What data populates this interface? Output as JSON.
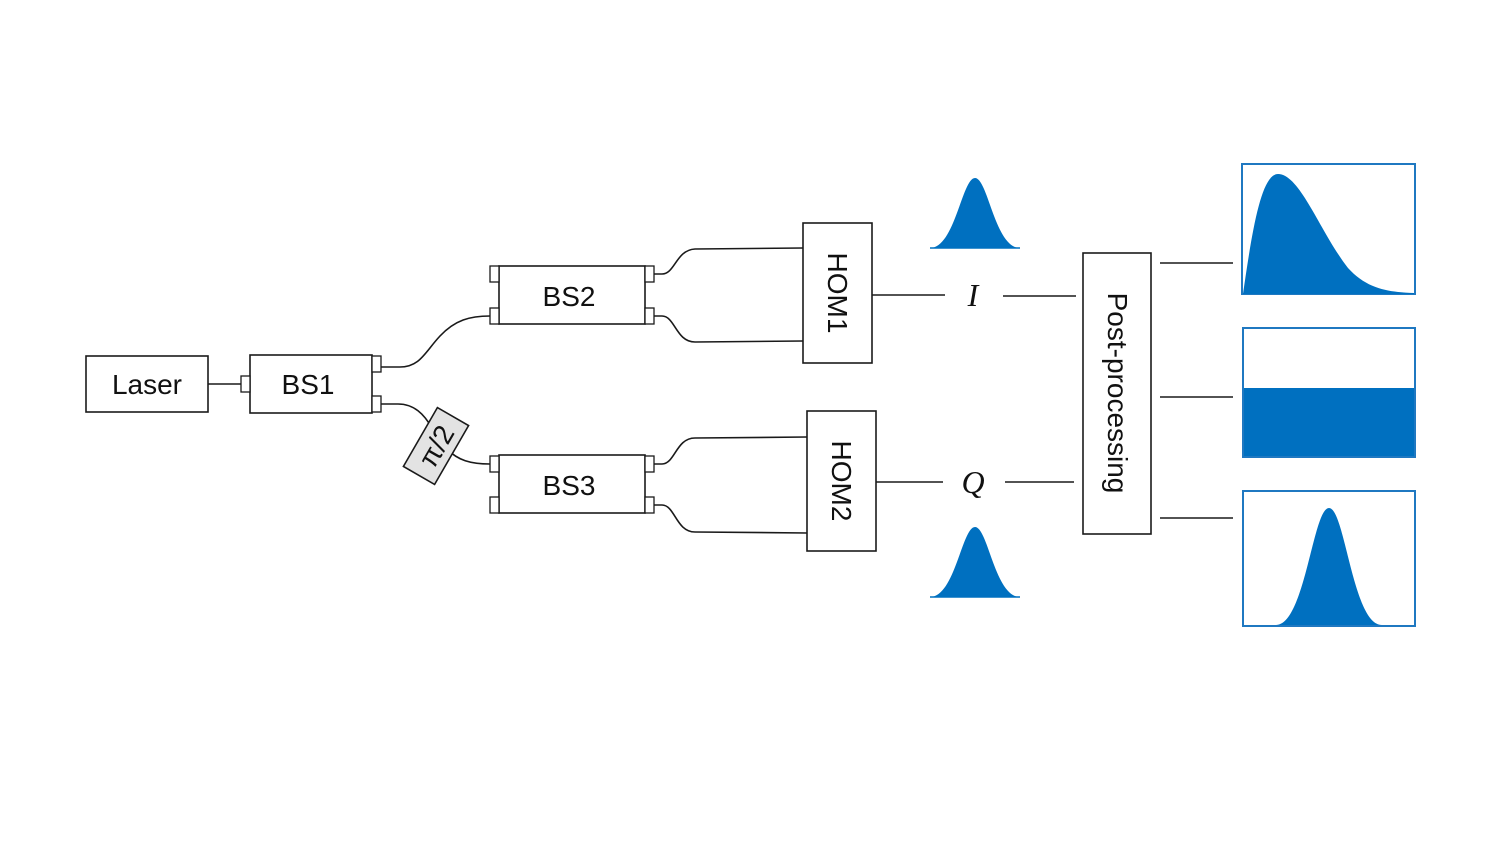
{
  "components": {
    "laser": "Laser",
    "bs1": "BS1",
    "bs2": "BS2",
    "bs3": "BS3",
    "phase_shifter": "π/2",
    "hom1": "HOM1",
    "hom2": "HOM2",
    "post_processing": "Post-processing"
  },
  "signals": {
    "in_phase": "I",
    "quadrature": "Q"
  },
  "colors": {
    "distribution_fill": "#0070c0",
    "frame_stroke": "#1f78c1",
    "phase_shifter_fill": "#e3e3e3"
  },
  "output_distributions": [
    "skewed-peak",
    "uniform",
    "gaussian"
  ]
}
